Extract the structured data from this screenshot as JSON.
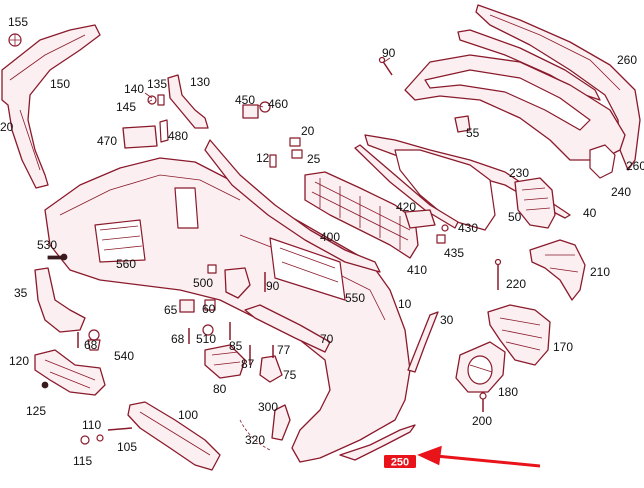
{
  "labels": [
    {
      "id": "155",
      "text": "155"
    },
    {
      "id": "150",
      "text": "150"
    },
    {
      "id": "20a",
      "text": "20"
    },
    {
      "id": "140",
      "text": "140"
    },
    {
      "id": "135",
      "text": "135"
    },
    {
      "id": "130",
      "text": "130"
    },
    {
      "id": "145",
      "text": "145"
    },
    {
      "id": "450",
      "text": "450"
    },
    {
      "id": "460",
      "text": "460"
    },
    {
      "id": "470",
      "text": "470"
    },
    {
      "id": "480",
      "text": "480"
    },
    {
      "id": "90a",
      "text": "90"
    },
    {
      "id": "55",
      "text": "55"
    },
    {
      "id": "260a",
      "text": "260"
    },
    {
      "id": "260b",
      "text": "260"
    },
    {
      "id": "20b",
      "text": "20"
    },
    {
      "id": "12",
      "text": "12"
    },
    {
      "id": "25",
      "text": "25"
    },
    {
      "id": "230",
      "text": "230"
    },
    {
      "id": "240",
      "text": "240"
    },
    {
      "id": "40",
      "text": "40"
    },
    {
      "id": "50",
      "text": "50"
    },
    {
      "id": "420",
      "text": "420"
    },
    {
      "id": "430",
      "text": "430"
    },
    {
      "id": "400",
      "text": "400"
    },
    {
      "id": "435",
      "text": "435"
    },
    {
      "id": "410",
      "text": "410"
    },
    {
      "id": "530",
      "text": "530"
    },
    {
      "id": "560",
      "text": "560"
    },
    {
      "id": "210",
      "text": "210"
    },
    {
      "id": "35",
      "text": "35"
    },
    {
      "id": "500",
      "text": "500"
    },
    {
      "id": "90b",
      "text": "90"
    },
    {
      "id": "550",
      "text": "550"
    },
    {
      "id": "220",
      "text": "220"
    },
    {
      "id": "65",
      "text": "65"
    },
    {
      "id": "60",
      "text": "60"
    },
    {
      "id": "10",
      "text": "10"
    },
    {
      "id": "68a",
      "text": "68"
    },
    {
      "id": "68b",
      "text": "68"
    },
    {
      "id": "510",
      "text": "510"
    },
    {
      "id": "30",
      "text": "30"
    },
    {
      "id": "70",
      "text": "70"
    },
    {
      "id": "540",
      "text": "540"
    },
    {
      "id": "85",
      "text": "85"
    },
    {
      "id": "77",
      "text": "77"
    },
    {
      "id": "170",
      "text": "170"
    },
    {
      "id": "120",
      "text": "120"
    },
    {
      "id": "87",
      "text": "87"
    },
    {
      "id": "75",
      "text": "75"
    },
    {
      "id": "80",
      "text": "80"
    },
    {
      "id": "180",
      "text": "180"
    },
    {
      "id": "125",
      "text": "125"
    },
    {
      "id": "300",
      "text": "300"
    },
    {
      "id": "100",
      "text": "100"
    },
    {
      "id": "200",
      "text": "200"
    },
    {
      "id": "110",
      "text": "110"
    },
    {
      "id": "320",
      "text": "320"
    },
    {
      "id": "105",
      "text": "105"
    },
    {
      "id": "115",
      "text": "115"
    }
  ],
  "highlight": {
    "text": "250",
    "color": "#e8141a"
  },
  "colors": {
    "outline": "#8a1a2b",
    "fill": "#fbeff1",
    "arrow": "#e8141a"
  }
}
